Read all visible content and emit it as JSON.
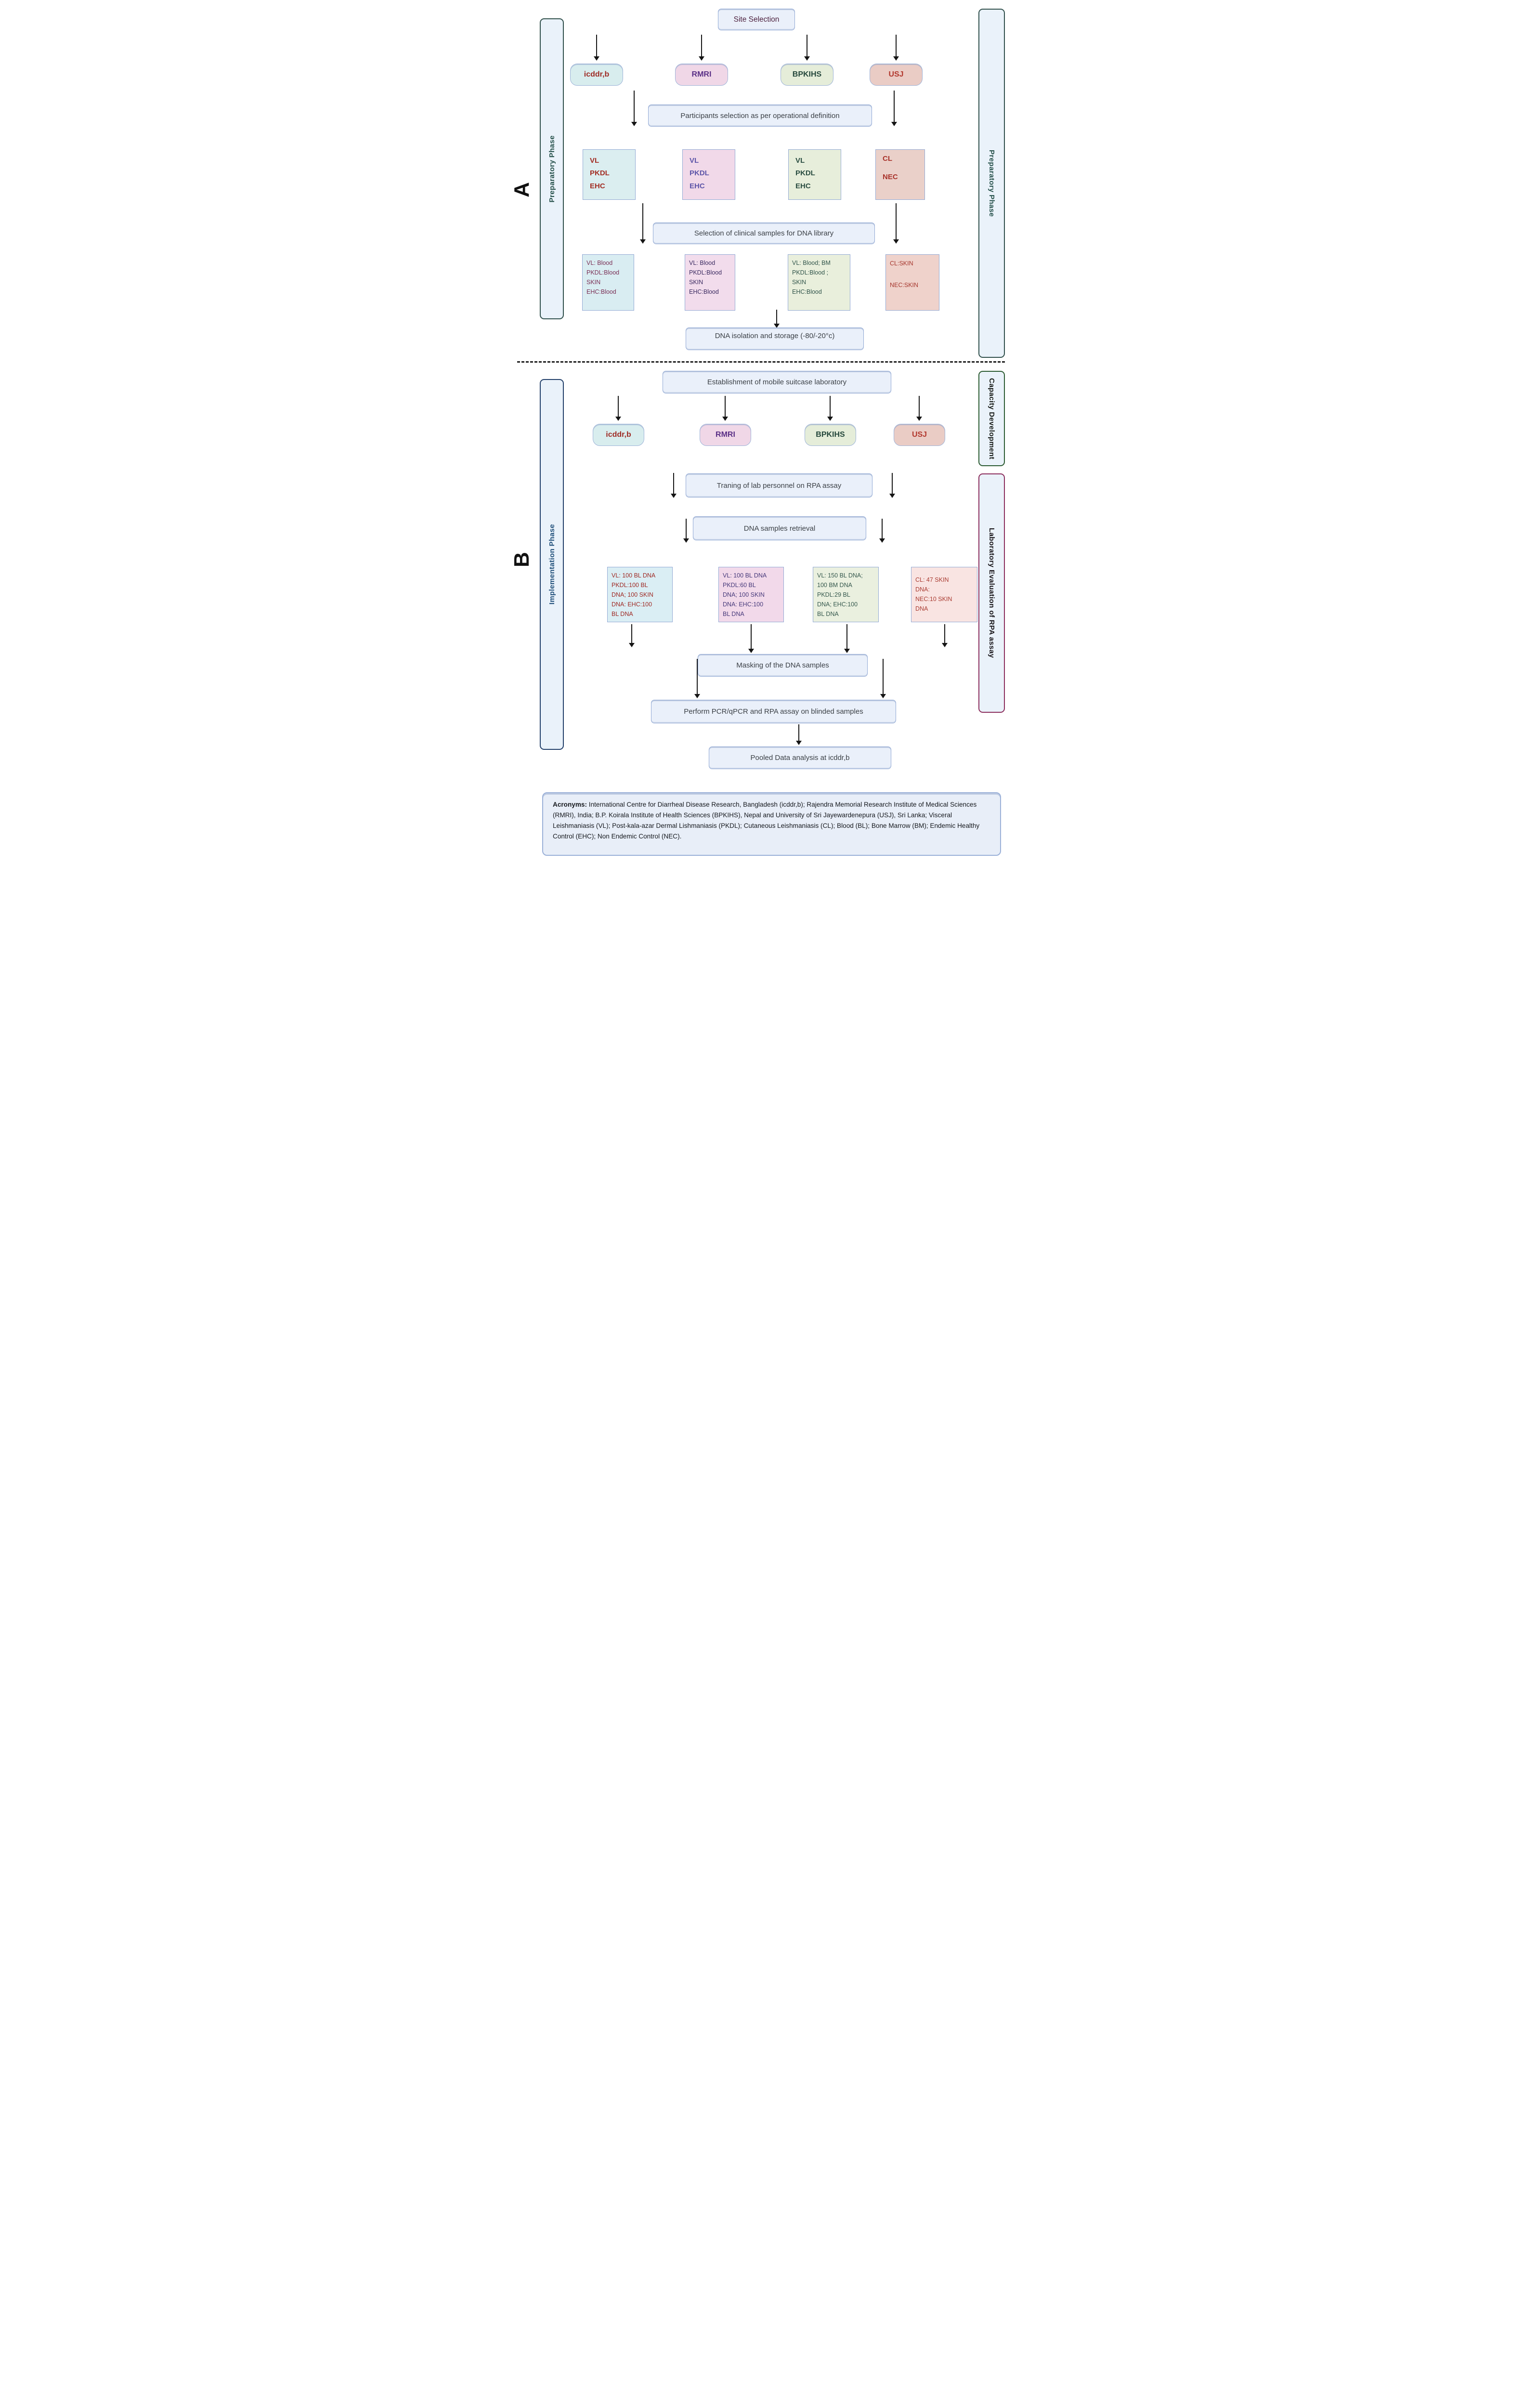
{
  "panel_a": {
    "label": "A",
    "left_bar": {
      "label": "Preparatory Phase",
      "style": "border-color:#32514d",
      "text_style": "color:#26514b"
    },
    "right_bar": {
      "label": "Preparatory  Phase",
      "style": "border-color:#32514d",
      "text_style": "color:#26514b"
    },
    "site_selection": "Site Selection",
    "site_selection_color": "#4e2340",
    "sites": [
      {
        "label": "icddr,b",
        "style": "background:#d8edee;color:#9e2b25"
      },
      {
        "label": "RMRI",
        "style": "background:#f0d7e7;color:#5a2f86"
      },
      {
        "label": "BPKIHS",
        "style": "background:#e5edd9;color:#24473b"
      },
      {
        "label": "USJ",
        "style": "background:#eaccc5;color:#b2382e"
      }
    ],
    "participants": "Participants selection as per operational definition",
    "cohort_boxes": [
      {
        "text": "VL\nPKDL\nEHC",
        "style": "background:#dbeef0;color:#a22d23"
      },
      {
        "text": "VL\nPKDL\nEHC",
        "style": "background:#f1d9e9;color:#5d55a8"
      },
      {
        "text": "VL\nPKDL\nEHC",
        "style": "background:#e7eedb;color:#2a4d41"
      },
      {
        "text": "CL\n\nNEC",
        "style": "background:#ead0c9;color:#a8322a"
      }
    ],
    "selection": "Selection of clinical samples for DNA library",
    "sample_boxes": [
      {
        "text": "VL: Blood\nPKDL:Blood\nSKIN\nEHC:Blood",
        "style": "background:#d9edf2;color:#7a2f55"
      },
      {
        "text": "VL: Blood\nPKDL:Blood\nSKIN\nEHC:Blood",
        "style": "background:#f2dcec;color:#3a2a60"
      },
      {
        "text": "VL: Blood; BM\nPKDL:Blood ;\nSKIN\nEHC:Blood",
        "style": "background:#e9efdc;color:#30544a"
      },
      {
        "text": "CL:SKIN\n\nNEC:SKIN",
        "style": "background:#efd2cb;color:#a5352c"
      }
    ],
    "dna_isolation": "DNA isolation and storage (-80/-20°c)"
  },
  "panel_b": {
    "label": "B",
    "left_bar": {
      "label": "Implementation  Phase",
      "style": "border-color:#24416b",
      "text_style": "color:#23527c"
    },
    "right_bar_capacity": {
      "label": "Capacity  Development",
      "style": "border-color:#2d5c33",
      "text_style": "color:#161a16"
    },
    "right_bar_lab": {
      "label": "Laboratory Evaluation of RPA assay",
      "style": "border-color:#8c2f5e",
      "text_style": "color:#171418"
    },
    "establishment": "Establishment of mobile suitcase laboratory",
    "sites": [
      {
        "label": "icddr,b",
        "style": "background:#d8edee;color:#9e2b25"
      },
      {
        "label": "RMRI",
        "style": "background:#f0d7e7;color:#5a2f86"
      },
      {
        "label": "BPKIHS",
        "style": "background:#e5edd9;color:#24473b"
      },
      {
        "label": "USJ",
        "style": "background:#eaccc5;color:#b2382e"
      }
    ],
    "training": "Traning of lab personnel on RPA assay",
    "retrieval": "DNA samples retrieval",
    "dna_boxes": [
      {
        "text": "VL: 100 BL DNA\nPKDL:100 BL\nDNA; 100 SKIN\nDNA: EHC:100\nBL DNA",
        "style": "background:#daeef4;color:#9e2822"
      },
      {
        "text": "VL: 100 BL DNA\nPKDL:60 BL\nDNA; 100 SKIN\nDNA: EHC:100\nBL DNA",
        "style": "background:#f2d9ea;color:#46397a"
      },
      {
        "text": "VL: 150 BL DNA;\n100 BM DNA\nPKDL:29 BL\nDNA; EHC:100\nBL DNA",
        "style": "background:#eaf0df;color:#35584d"
      },
      {
        "text": "CL: 47 SKIN\nDNA:\nNEC:10 SKIN\nDNA",
        "style": "background:#f9e4e2;color:#a93b31"
      }
    ],
    "masking": "Masking of the DNA samples",
    "pcr": "Perform PCR/qPCR and RPA assay on blinded samples",
    "pooled": "Pooled Data analysis at icddr,b"
  },
  "acronyms": {
    "label": "Acronyms:",
    "text": " International Centre for Diarrheal Disease Research, Bangladesh (icddr,b); Rajendra Memorial Research Institute of Medical Sciences (RMRI), India; B.P. Koirala Institute of Health Sciences (BPKIHS), Nepal and University of Sri Jayewardenepura (USJ), Sri Lanka; Visceral Leishmaniasis (VL); Post-kala-azar Dermal Lishmaniasis (PKDL); Cutaneous Leishmaniasis (CL); Blood (BL); Bone Marrow (BM); Endemic Healthy Control (EHC); Non Endemic Control (NEC)."
  }
}
